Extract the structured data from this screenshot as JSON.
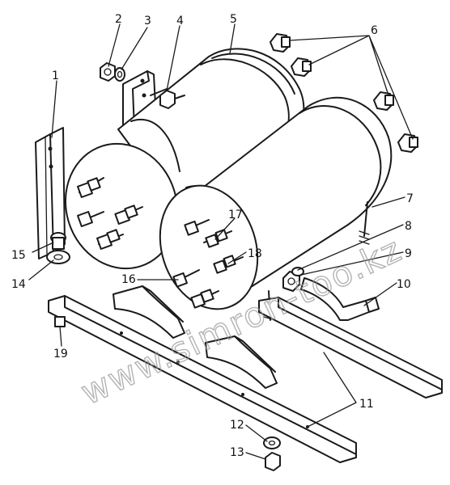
{
  "diagram": {
    "callouts": [
      "1",
      "2",
      "3",
      "4",
      "5",
      "6",
      "7",
      "8",
      "9",
      "10",
      "11",
      "12",
      "13",
      "14",
      "15",
      "16",
      "17",
      "18",
      "19"
    ],
    "watermark": "www.simron-too.kz"
  },
  "colors": {
    "ink": "#1a1a1a",
    "paper": "#ffffff",
    "watermark": "#9a9a9a"
  }
}
